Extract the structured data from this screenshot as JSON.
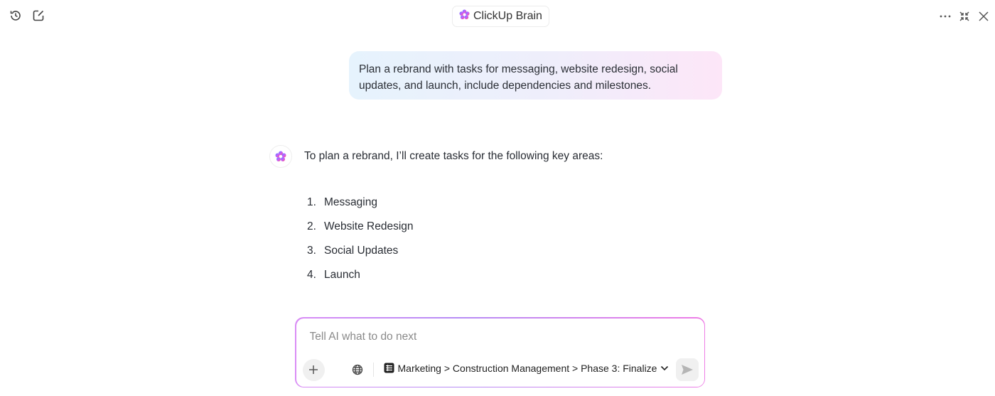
{
  "header": {
    "title": "ClickUp Brain",
    "left_icons": [
      "history-icon",
      "new-chat-icon"
    ],
    "right_icons": [
      "more-icon",
      "collapse-icon",
      "close-icon"
    ]
  },
  "conversation": {
    "user_message": "Plan a rebrand with tasks for messaging, website redesign, social updates, and launch, include dependencies and milestones.",
    "ai_intro": "To plan a rebrand, I’ll create tasks for the following key areas:",
    "ai_list": [
      {
        "num": "1.",
        "label": "Messaging"
      },
      {
        "num": "2.",
        "label": "Website Redesign"
      },
      {
        "num": "3.",
        "label": "Social Updates"
      },
      {
        "num": "4.",
        "label": "Launch"
      }
    ]
  },
  "composer": {
    "placeholder": "Tell AI what to do next",
    "value": "",
    "location": "Marketing > Construction Management > Phase 3: Finalize"
  },
  "colors": {
    "accent_pink": "#ee7de6",
    "accent_purple": "#b68cf5",
    "bubble_blue": "#e6f3fd",
    "bubble_pink": "#fde6f8"
  }
}
